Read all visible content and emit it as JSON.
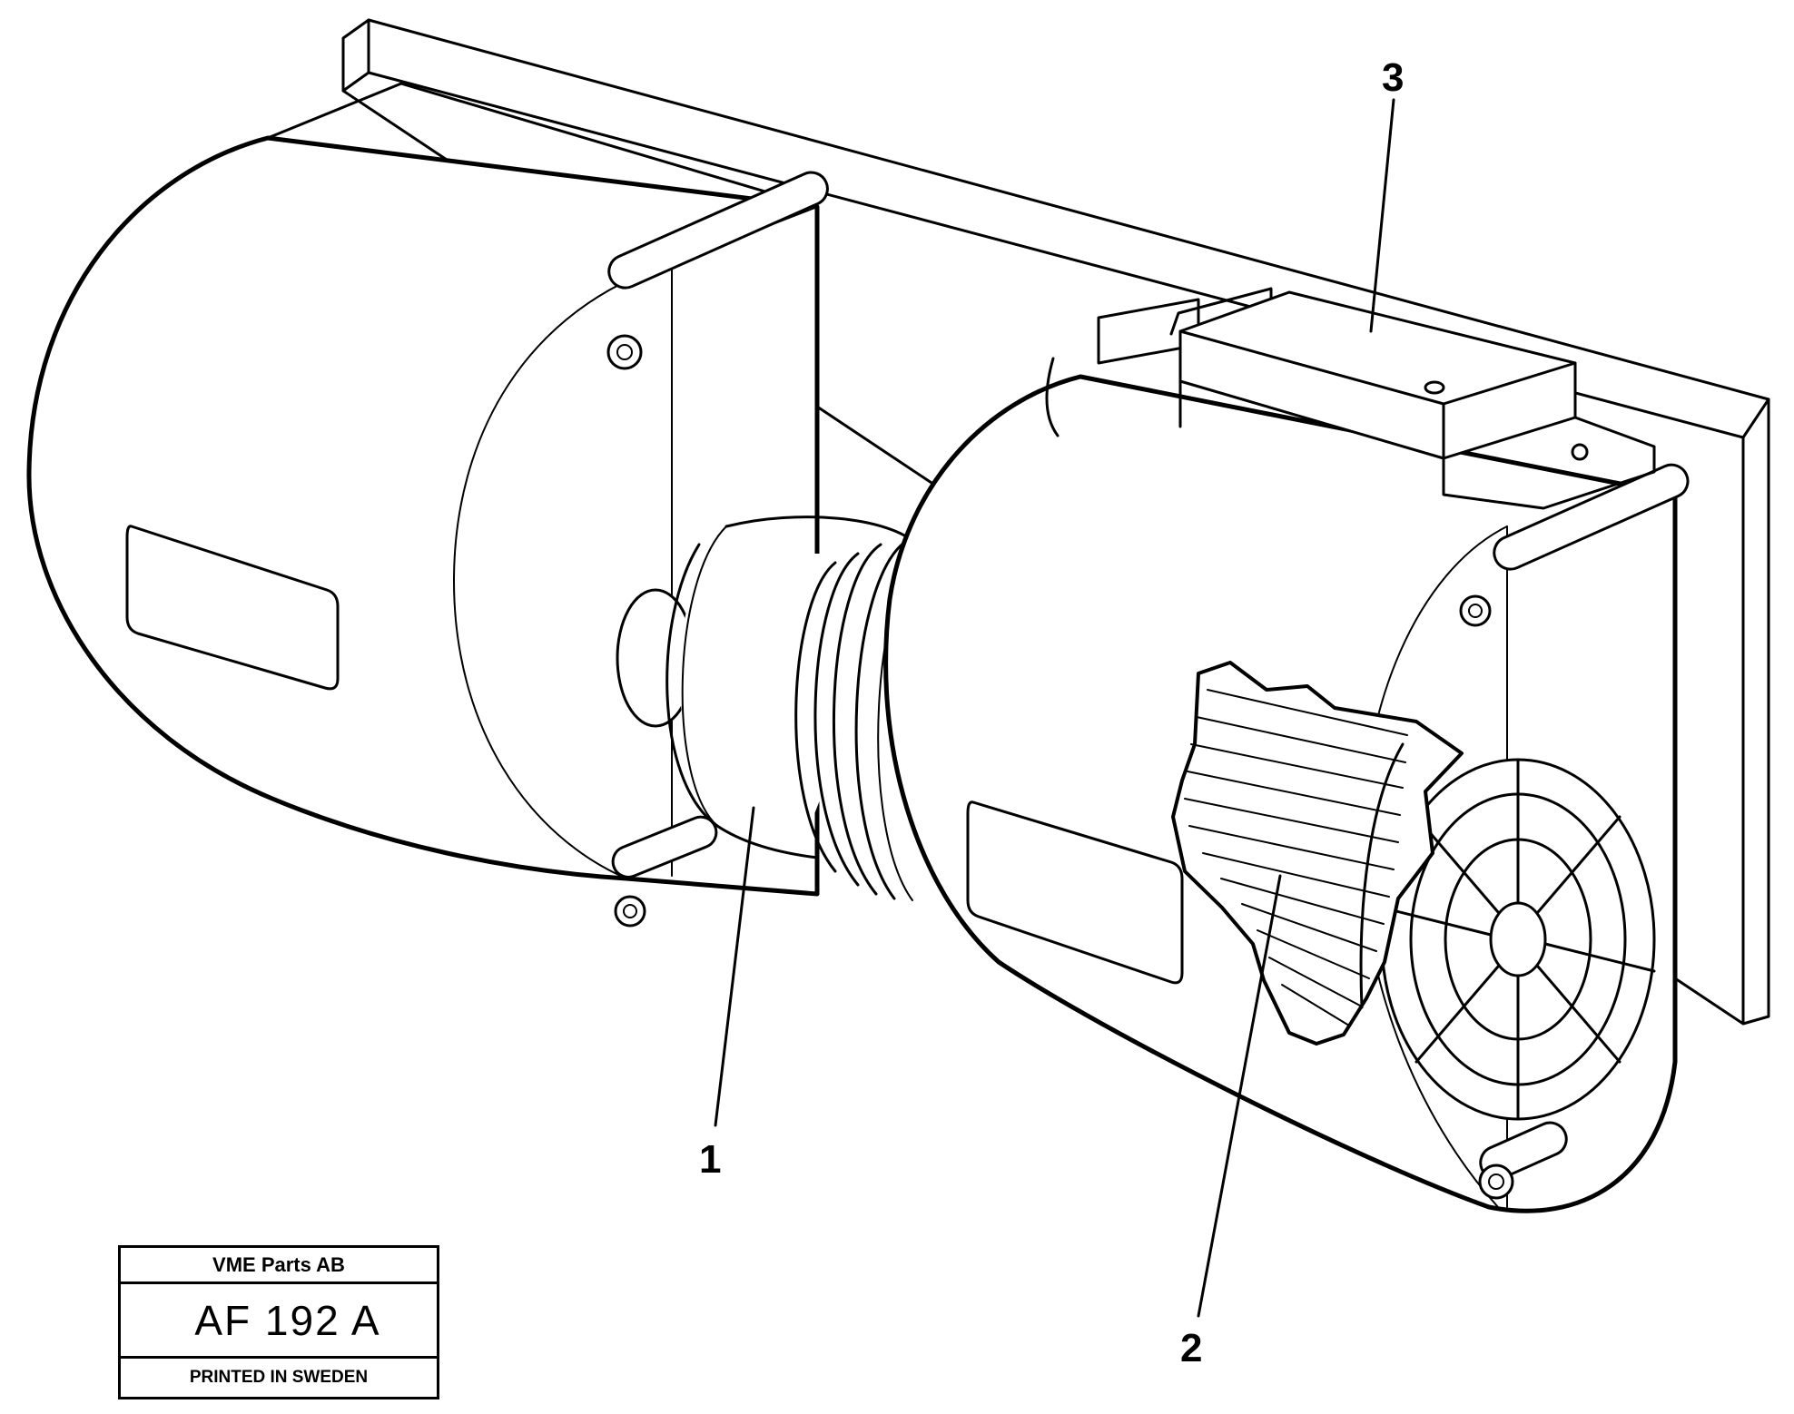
{
  "callouts": {
    "one": "1",
    "two": "2",
    "three": "3"
  },
  "title_block": {
    "company": "VME Parts AB",
    "code": "AF 192 A",
    "printed": "PRINTED IN SWEDEN"
  },
  "colors": {
    "ink": "#000000",
    "paper": "#ffffff"
  }
}
